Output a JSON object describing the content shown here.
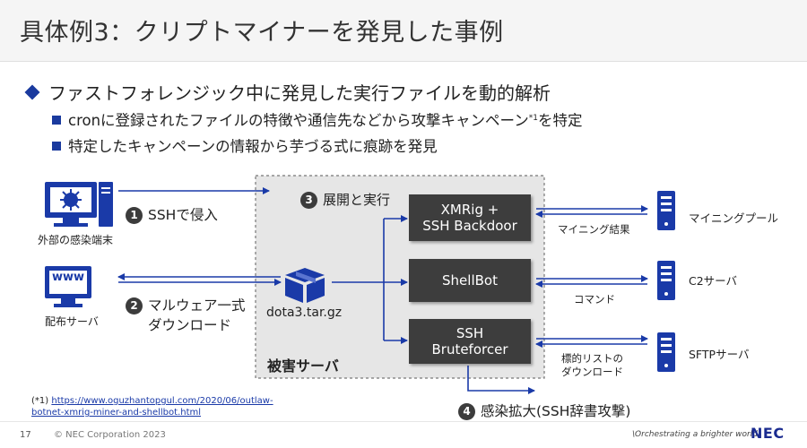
{
  "title": "具体例3：クリプトマイナーを発見した事例",
  "bullets": {
    "main": "ファストフォレンジック中に発見した実行ファイルを動的解析",
    "sub1": "cronに登録されたファイルの特徴や通信先などから攻撃キャンペーン",
    "sub1_sup": "*1",
    "sub1_tail": "を特定",
    "sub2": "特定したキャンペーンの情報から芋づる式に痕跡を発見"
  },
  "diagram": {
    "external_terminal": "外部の感染端末",
    "distribution_server": "配布サーバ",
    "www_label": "www",
    "step1_num": "1",
    "step1": "SSHで侵入",
    "step2_num": "2",
    "step2_line1": "マルウェア一式",
    "step2_line2": "ダウンロード",
    "step3_num": "3",
    "step3": "展開と実行",
    "step4_num": "4",
    "step4": "感染拡大(SSH辞書攻撃)",
    "archive_file": "dota3.tar.gz",
    "victim_server": "被害サーバ",
    "box1_line1": "XMRig +",
    "box1_line2": "SSH Backdoor",
    "box2": "ShellBot",
    "box3_line1": "SSH",
    "box3_line2": "Bruteforcer",
    "mining_result": "マイニング結果",
    "command": "コマンド",
    "target_list_line1": "標的リストの",
    "target_list_line2": "ダウンロード",
    "mining_pool": "マイニングプール",
    "c2_server": "C2サーバ",
    "sftp_server": "SFTPサーバ",
    "accent_color": "#1a3aa8",
    "box_color": "#3d3d3d"
  },
  "footnote": {
    "marker": "(*1)",
    "link_line1": "https://www.oguzhantopgul.com/2020/06/outlaw-",
    "link_line2": "botnet-xmrig-miner-and-shellbot.html"
  },
  "footer": {
    "page": "17",
    "copyright": "© NEC Corporation 2023",
    "tagline": "\\Orchestrating a brighter world",
    "logo": "NEC"
  }
}
